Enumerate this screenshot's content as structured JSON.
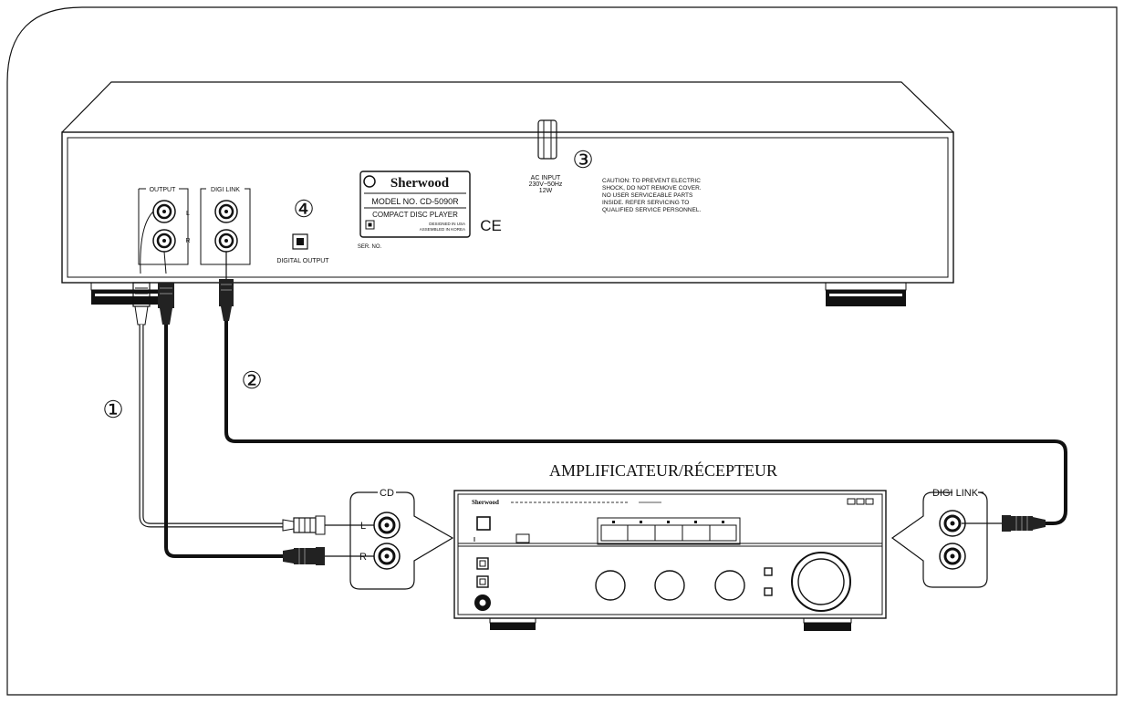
{
  "player": {
    "output_label": "OUTPUT",
    "left_label": "L",
    "right_label": "R",
    "digi_link_label": "DIGI LINK",
    "digital_output_label": "DIGITAL OUTPUT",
    "brand": "Sherwood",
    "model_line": "MODEL NO.  CD-5090R",
    "product_line": "COMPACT DISC PLAYER",
    "designed_line": "DESIGNED IN USA",
    "assembled_line": "ASSEMBLED IN KOREA",
    "ce_mark": "CE",
    "small_code": "SER. NO.",
    "ac_title": "AC INPUT",
    "ac_voltage": "230V~50Hz",
    "ac_power": "12W",
    "caution": [
      "CAUTION: TO PREVENT ELECTRIC",
      "SHOCK, DO NOT REMOVE COVER.",
      "NO USER SERVICEABLE PARTS",
      "INSIDE. REFER SERVICING TO",
      "QUALIFIED SERVICE PERSONNEL."
    ]
  },
  "callouts": [
    "①",
    "②",
    "③",
    "④"
  ],
  "receiver": {
    "title": "AMPLIFICATEUR/RÉCEPTEUR",
    "brand": "Sherwood",
    "cd_label": "CD",
    "cd_left": "L",
    "cd_right": "R",
    "digi_link_label": "DIGI LINK"
  }
}
